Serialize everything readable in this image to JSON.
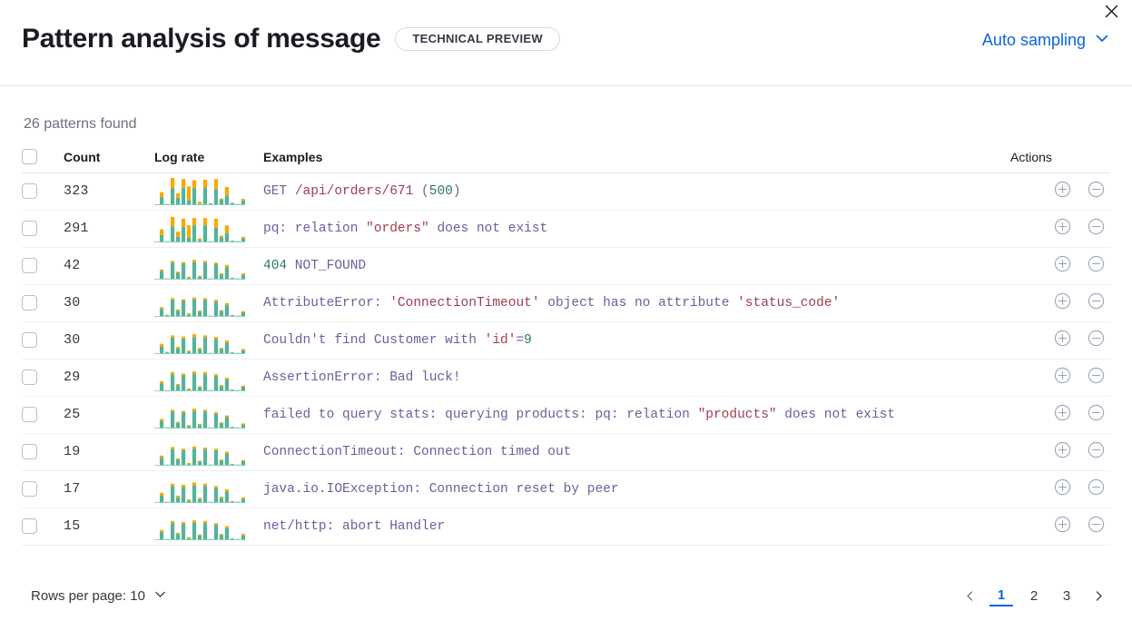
{
  "header": {
    "title": "Pattern analysis of message",
    "badge": "TECHNICAL PREVIEW",
    "sampling_label": "Auto sampling",
    "close_icon": "close-icon",
    "chevron_icon": "chevron-down-icon",
    "accent_color": "#0b64dd"
  },
  "summary": {
    "patterns_found": "26 patterns found"
  },
  "table": {
    "columns": {
      "select": "",
      "count": "Count",
      "log_rate": "Log rate",
      "examples": "Examples",
      "actions": "Actions"
    },
    "rows": [
      {
        "count": "323",
        "example": "GET /api/orders/671 (500)",
        "tokens": [
          {
            "t": "GET ",
            "k": "plain"
          },
          {
            "t": "/api/orders/671",
            "k": "str"
          },
          {
            "t": " (",
            "k": "plain"
          },
          {
            "t": "500",
            "k": "num"
          },
          {
            "t": ")",
            "k": "plain"
          }
        ],
        "spark": {
          "teal": [
            1,
            14,
            2,
            30,
            13,
            30,
            9,
            30,
            2,
            31,
            3,
            28,
            10,
            17,
            4,
            2,
            8
          ],
          "orange": [
            0,
            9,
            0,
            18,
            8,
            16,
            24,
            14,
            4,
            14,
            0,
            18,
            2,
            15,
            0,
            0,
            3
          ]
        }
      },
      {
        "count": "291",
        "example": "pq: relation \"orders\" does not exist",
        "tokens": [
          {
            "t": "pq: relation ",
            "k": "plain"
          },
          {
            "t": "\"orders\"",
            "k": "str"
          },
          {
            "t": " does not exist",
            "k": "plain"
          }
        ],
        "spark": {
          "teal": [
            1,
            13,
            2,
            28,
            10,
            27,
            8,
            30,
            3,
            30,
            2,
            26,
            9,
            16,
            3,
            2,
            7
          ],
          "orange": [
            0,
            10,
            0,
            17,
            9,
            15,
            22,
            13,
            4,
            13,
            0,
            16,
            3,
            14,
            0,
            0,
            3
          ]
        }
      },
      {
        "count": "42",
        "example": "404 NOT_FOUND",
        "tokens": [
          {
            "t": "404",
            "k": "num"
          },
          {
            "t": " NOT_FOUND",
            "k": "plain"
          }
        ],
        "spark": {
          "teal": [
            1,
            15,
            2,
            30,
            12,
            28,
            3,
            31,
            5,
            30,
            2,
            27,
            9,
            22,
            3,
            2,
            8
          ],
          "orange": [
            0,
            3,
            0,
            3,
            2,
            3,
            2,
            4,
            2,
            3,
            0,
            3,
            2,
            4,
            0,
            0,
            3
          ]
        }
      },
      {
        "count": "30",
        "example": "AttributeError: 'ConnectionTimeout' object has no attribute 'status_code'",
        "tokens": [
          {
            "t": "AttributeError: ",
            "k": "plain"
          },
          {
            "t": "'ConnectionTimeout'",
            "k": "str"
          },
          {
            "t": " object has no attribute ",
            "k": "plain"
          },
          {
            "t": "'status_code'",
            "k": "str"
          }
        ],
        "spark": {
          "teal": [
            1,
            14,
            3,
            30,
            11,
            28,
            4,
            31,
            9,
            30,
            2,
            27,
            10,
            21,
            3,
            2,
            8
          ],
          "orange": [
            0,
            3,
            1,
            3,
            2,
            3,
            2,
            3,
            2,
            3,
            0,
            3,
            2,
            3,
            0,
            0,
            2
          ]
        }
      },
      {
        "count": "30",
        "example": "Couldn't find Customer with 'id'=9",
        "tokens": [
          {
            "t": "Couldn't find Customer with ",
            "k": "plain"
          },
          {
            "t": "'id'",
            "k": "str"
          },
          {
            "t": "=",
            "k": "plain"
          },
          {
            "t": "9",
            "k": "num"
          }
        ],
        "spark": {
          "teal": [
            1,
            13,
            3,
            29,
            10,
            27,
            4,
            30,
            8,
            29,
            2,
            26,
            9,
            20,
            3,
            2,
            7
          ],
          "orange": [
            0,
            5,
            1,
            4,
            3,
            4,
            2,
            5,
            3,
            4,
            0,
            4,
            2,
            4,
            0,
            0,
            2
          ]
        }
      },
      {
        "count": "29",
        "example": "AssertionError: Bad luck!",
        "tokens": [
          {
            "t": "AssertionError: Bad luck!",
            "k": "plain"
          }
        ],
        "spark": {
          "teal": [
            1,
            14,
            2,
            30,
            11,
            28,
            3,
            31,
            7,
            30,
            2,
            27,
            9,
            21,
            3,
            2,
            8
          ],
          "orange": [
            0,
            4,
            0,
            4,
            2,
            3,
            2,
            4,
            2,
            4,
            0,
            3,
            2,
            3,
            0,
            0,
            2
          ]
        }
      },
      {
        "count": "25",
        "example": "failed to query stats: querying products: pq: relation \"products\" does not exist",
        "tokens": [
          {
            "t": "failed to query stats: querying products: pq: relation ",
            "k": "plain"
          },
          {
            "t": "\"products\"",
            "k": "str"
          },
          {
            "t": " does not exist",
            "k": "plain"
          }
        ],
        "spark": {
          "teal": [
            1,
            13,
            2,
            30,
            10,
            28,
            4,
            31,
            6,
            30,
            2,
            26,
            9,
            20,
            3,
            2,
            7
          ],
          "orange": [
            0,
            4,
            0,
            3,
            2,
            3,
            2,
            4,
            2,
            3,
            0,
            3,
            2,
            3,
            0,
            0,
            2
          ]
        }
      },
      {
        "count": "19",
        "example": "ConnectionTimeout: Connection timed out",
        "tokens": [
          {
            "t": "ConnectionTimeout: Connection timed out",
            "k": "plain"
          }
        ],
        "spark": {
          "teal": [
            1,
            14,
            2,
            29,
            11,
            27,
            3,
            30,
            7,
            29,
            2,
            27,
            9,
            21,
            3,
            2,
            8
          ],
          "orange": [
            0,
            4,
            0,
            4,
            2,
            3,
            2,
            4,
            2,
            3,
            0,
            3,
            2,
            4,
            0,
            0,
            2
          ]
        }
      },
      {
        "count": "17",
        "example": "java.io.IOException: Connection reset by peer",
        "tokens": [
          {
            "t": "java.io.IOException: Connection reset by peer",
            "k": "plain"
          }
        ],
        "spark": {
          "teal": [
            1,
            13,
            2,
            30,
            10,
            28,
            4,
            31,
            7,
            30,
            2,
            26,
            9,
            20,
            3,
            2,
            7
          ],
          "orange": [
            0,
            5,
            0,
            4,
            3,
            4,
            2,
            5,
            2,
            4,
            0,
            4,
            2,
            4,
            0,
            0,
            3
          ]
        }
      },
      {
        "count": "15",
        "example": "net/http: abort Handler",
        "tokens": [
          {
            "t": "net/http: abort Handler",
            "k": "plain"
          }
        ],
        "spark": {
          "teal": [
            1,
            14,
            2,
            30,
            11,
            28,
            3,
            31,
            8,
            30,
            2,
            27,
            9,
            21,
            3,
            2,
            8
          ],
          "orange": [
            0,
            4,
            0,
            4,
            2,
            4,
            2,
            4,
            2,
            4,
            0,
            3,
            2,
            4,
            0,
            0,
            3
          ]
        }
      }
    ],
    "row_actions": {
      "add_filter_icon": "plus-in-circle-icon",
      "remove_filter_icon": "minus-in-circle-icon"
    },
    "spark_colors": {
      "teal": "#54b399",
      "orange": "#fca700"
    }
  },
  "footer": {
    "rows_per_page_label": "Rows per page: 10",
    "prev_label": "‹",
    "next_label": "›",
    "pages": [
      "1",
      "2",
      "3"
    ],
    "active_page": "1"
  }
}
